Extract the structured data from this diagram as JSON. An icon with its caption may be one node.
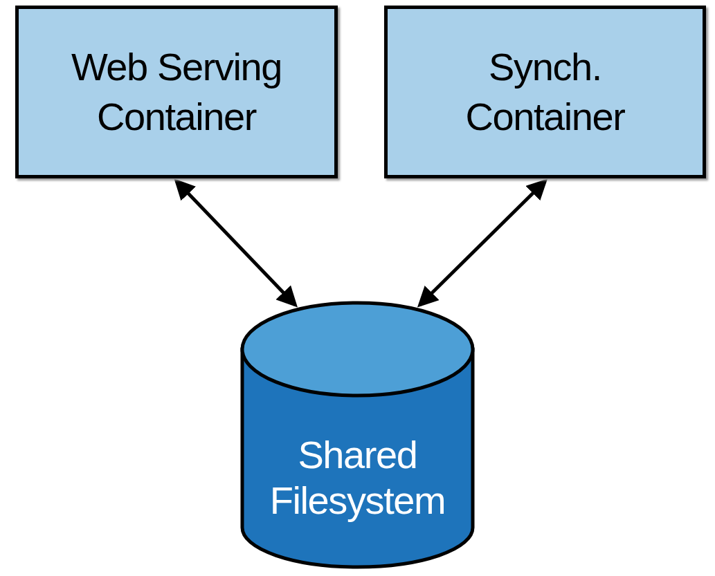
{
  "diagram": {
    "nodes": [
      {
        "text": [
          "Web Serving Container"
        ]
      },
      {
        "text": [
          "Synch. Container"
        ]
      },
      {
        "text": [
          "Shared Filesystem"
        ]
      }
    ],
    "edges": [
      {
        "from": 0,
        "to": 2,
        "arrow": "both"
      },
      {
        "from": 1,
        "to": 2,
        "arrow": "both"
      }
    ]
  }
}
